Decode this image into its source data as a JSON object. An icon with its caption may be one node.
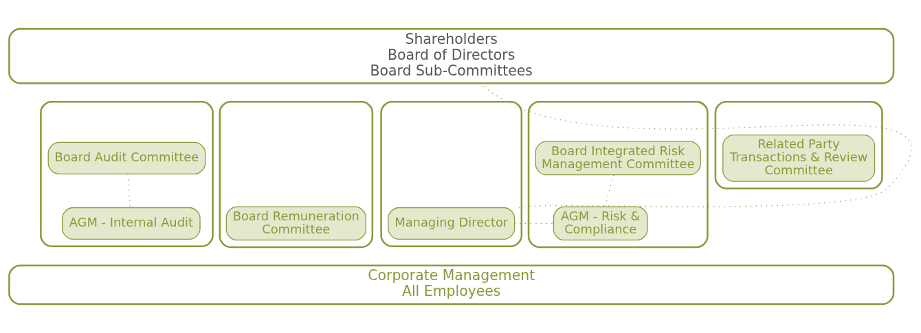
{
  "diagram": {
    "nodes": [
      {
        "text": [
          "Shareholders",
          "Board of Directors",
          "Board Sub-Committees"
        ]
      },
      {
        "text": [],
        "shape": "box"
      },
      {
        "text": [
          "Board Audit Committee"
        ],
        "in": 1
      },
      {
        "text": [
          "AGM - Internal Audit"
        ],
        "in": 1
      },
      {
        "text": [],
        "shape": "box"
      },
      {
        "text": [
          "Board Remuneration Committee"
        ],
        "in": 4
      },
      {
        "text": [],
        "shape": "box"
      },
      {
        "text": [
          "Managing Director"
        ],
        "in": 6
      },
      {
        "text": [],
        "shape": "box"
      },
      {
        "text": [
          "Board Integrated Risk Management Committee"
        ],
        "in": 8
      },
      {
        "text": [
          "AGM - Risk & Compliance"
        ],
        "in": 8
      },
      {
        "text": [],
        "shape": "box"
      },
      {
        "text": [
          "Related Party Transactions & Review Committee"
        ],
        "in": 11
      },
      {
        "text": [
          "Corporate Management",
          "All Employees"
        ]
      }
    ],
    "edges": [
      {
        "from": 2,
        "to": 3,
        "arrow": "none"
      },
      {
        "from": 0,
        "to": 7,
        "arrow": "none"
      },
      {
        "from": 7,
        "to": 10,
        "arrow": "none"
      },
      {
        "from": 9,
        "to": 10,
        "arrow": "none"
      }
    ]
  }
}
